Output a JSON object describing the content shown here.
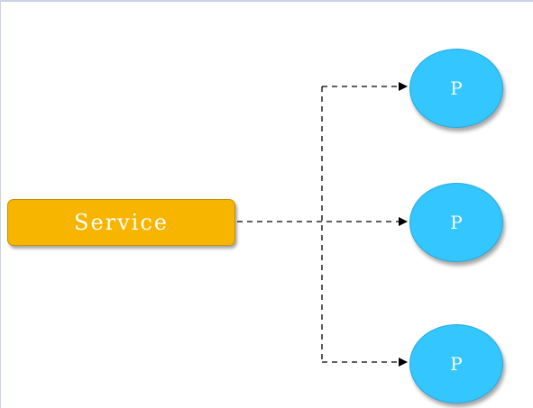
{
  "service": {
    "label": "Service"
  },
  "pods": [
    {
      "label": "P"
    },
    {
      "label": "P"
    },
    {
      "label": "P"
    }
  ],
  "colors": {
    "service_fill": "#f7b500",
    "pod_fill": "#33c6ff",
    "connector": "#000000"
  }
}
